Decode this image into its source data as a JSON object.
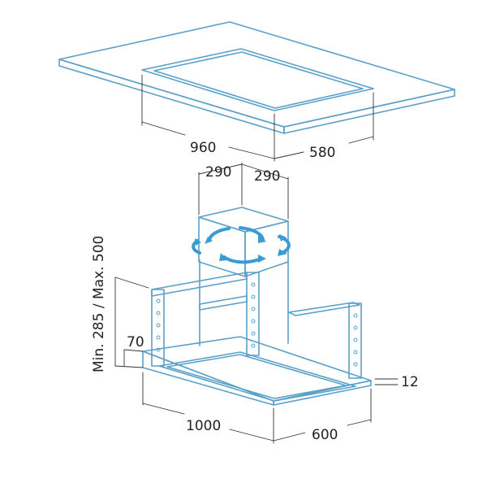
{
  "colors": {
    "outline": "#5aa0c8",
    "dimension_line": "#333333",
    "rotation_arrows": "#3a9ad2",
    "background": "#ffffff"
  },
  "icons": {
    "rotation": "rotation-arrows-icon"
  },
  "dimensions": {
    "ceiling_width": "960",
    "ceiling_depth": "580",
    "mount_width": "290",
    "mount_depth": "290",
    "height_range": "Min. 285 / Max. 500",
    "hood_height": "70",
    "hood_width": "1000",
    "hood_depth": "600",
    "glass_thickness": "12"
  }
}
